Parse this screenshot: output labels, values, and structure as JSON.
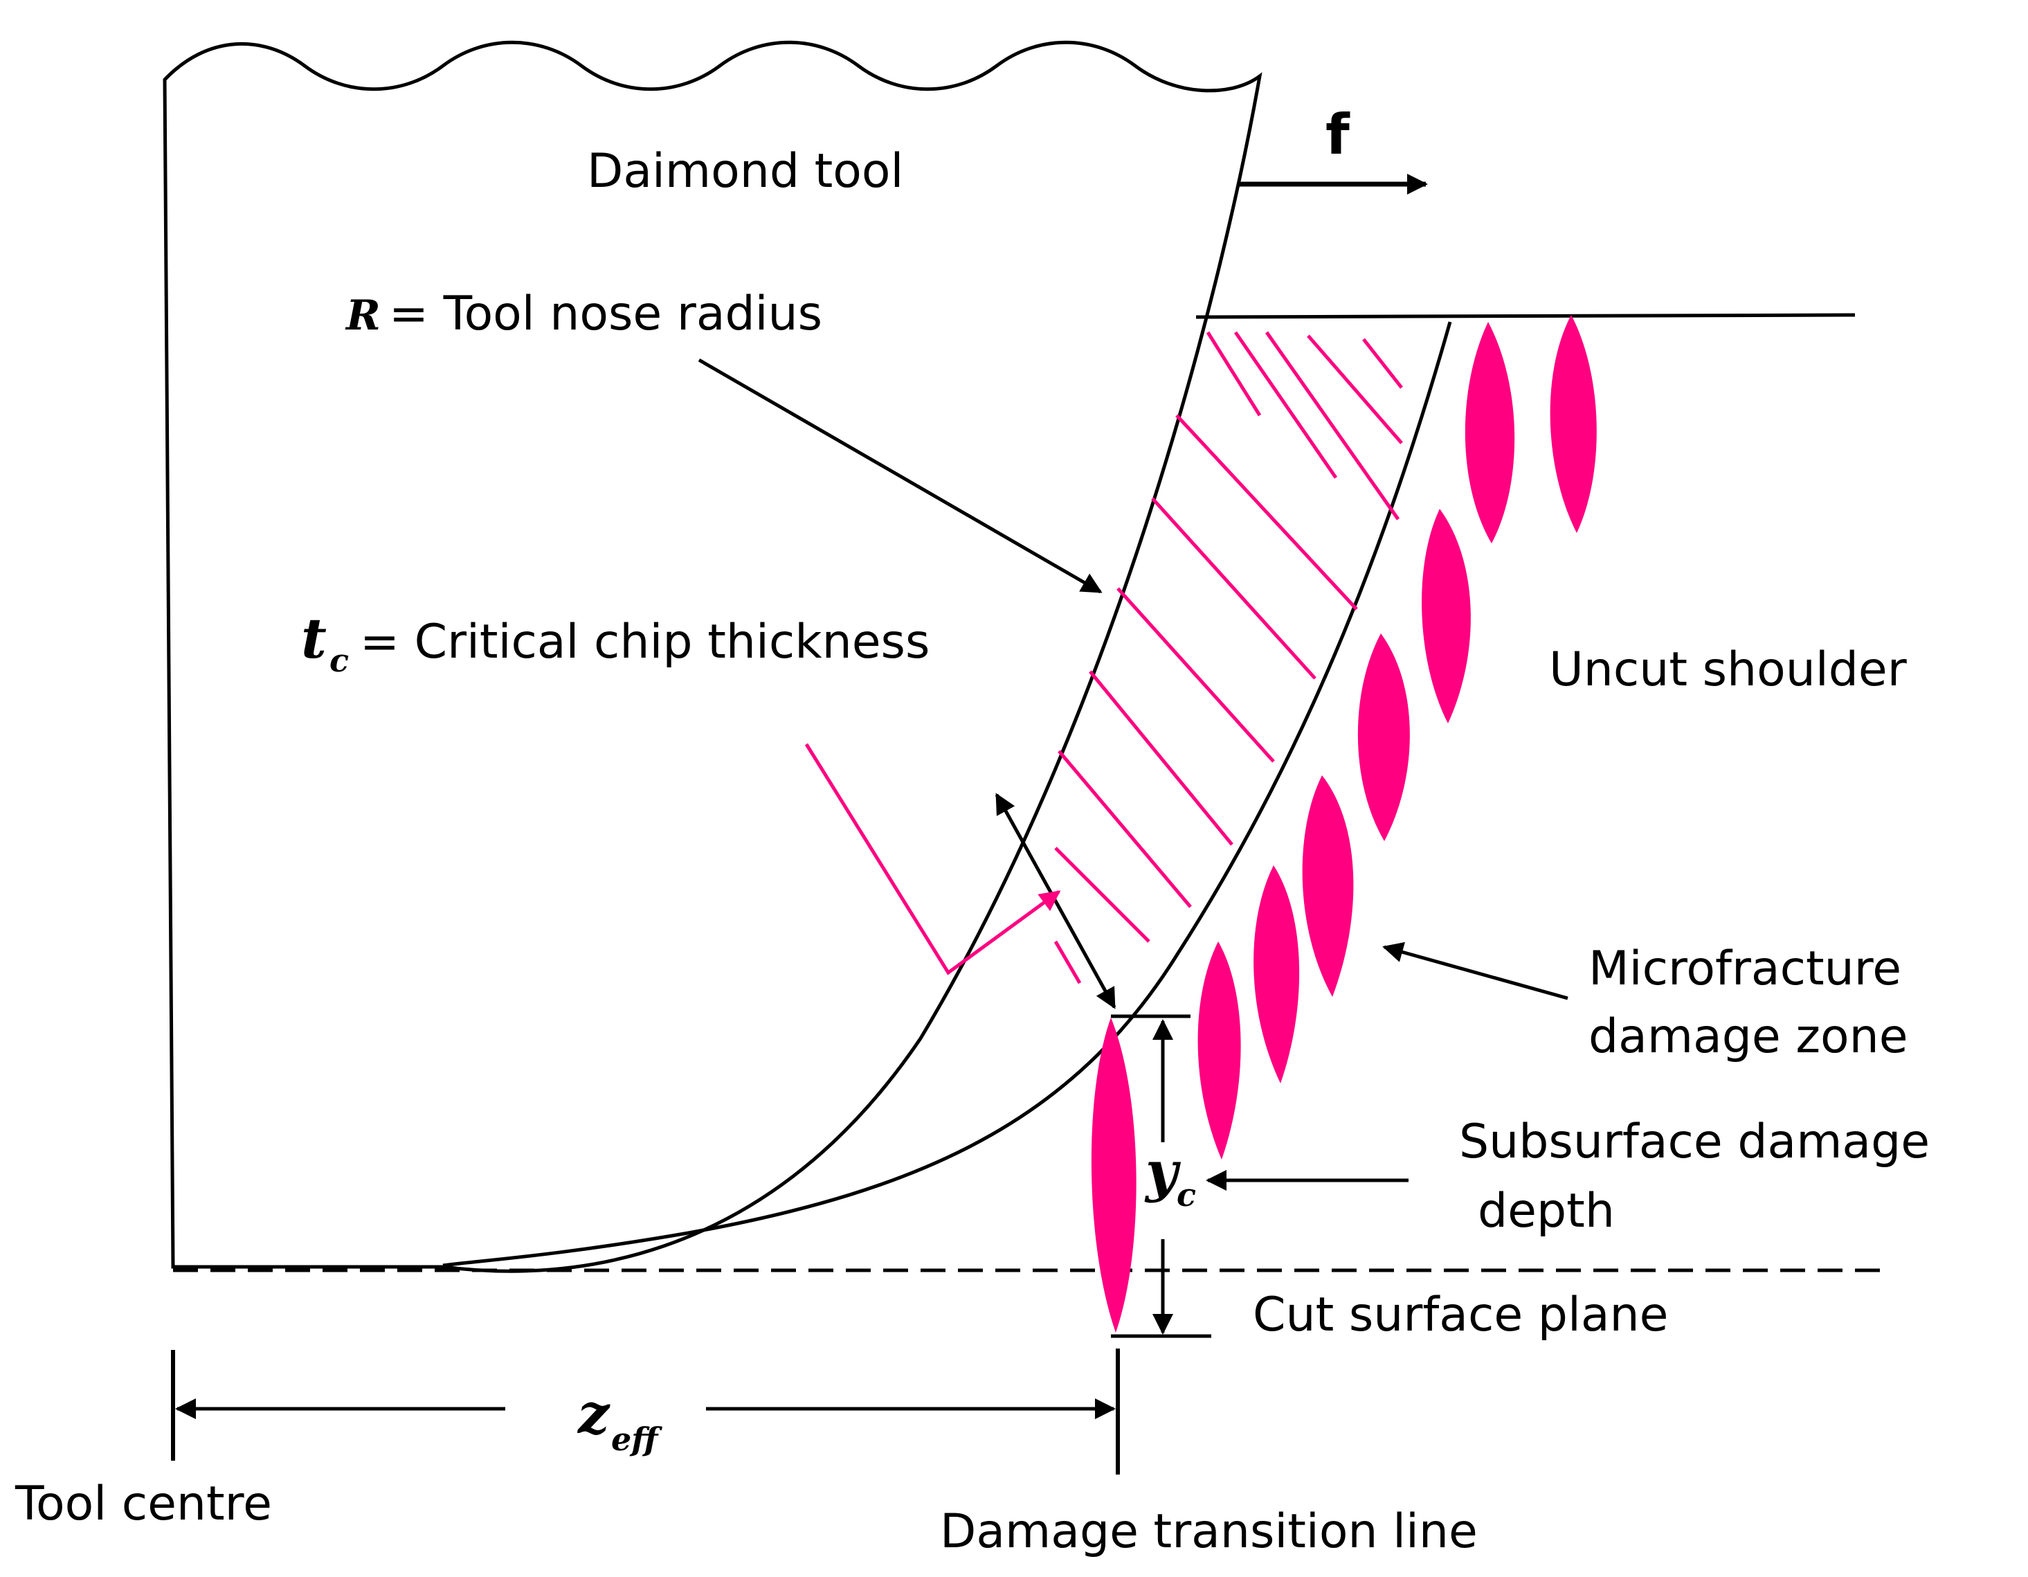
{
  "labels": {
    "tool": "Daimond tool",
    "feed_symbol": "f",
    "nose_radius_symbol": "R",
    "nose_radius_text": "= Tool nose radius",
    "chip_symbol": "t",
    "chip_symbol_sub": "c",
    "chip_text": "= Critical chip thickness",
    "uncut_shoulder": "Uncut shoulder",
    "microfracture_line1": "Microfracture",
    "microfracture_line2": "damage zone",
    "subsurface_line1": "Subsurface damage",
    "subsurface_line2": "depth",
    "depth_symbol": "y",
    "depth_symbol_sub": "c",
    "cut_surface": "Cut surface plane",
    "zeff_symbol": "z",
    "zeff_symbol_sub": "eff",
    "tool_centre": "Tool centre",
    "transition": "Damage transition line"
  },
  "colors": {
    "line": "#000000",
    "damage": "#ff0080",
    "background": "#ffffff"
  }
}
